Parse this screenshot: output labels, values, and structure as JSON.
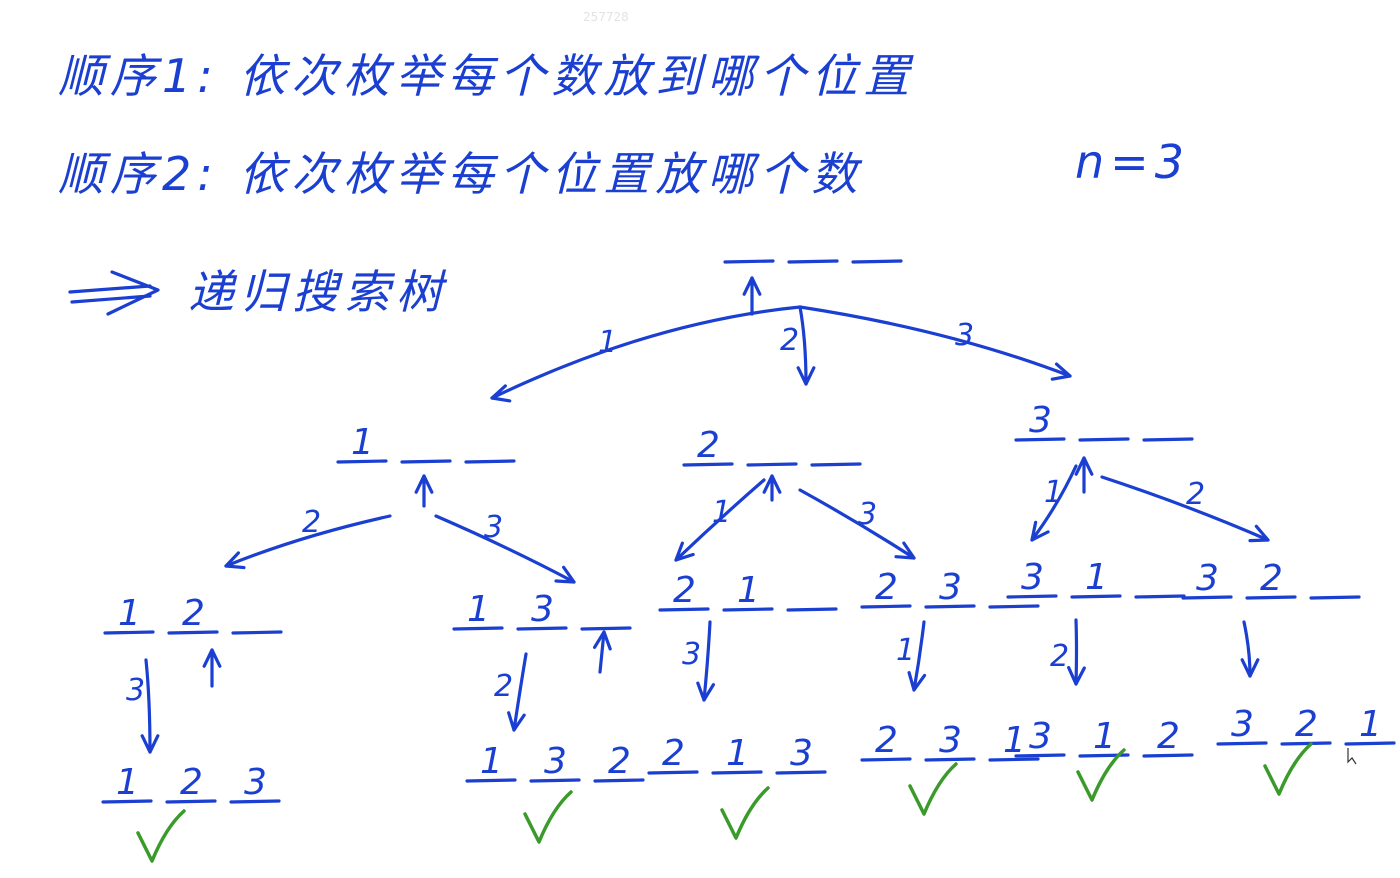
{
  "watermark": "257728",
  "headings": {
    "order1": "顺序1: 依次枚举每个数放到哪个位置",
    "order2": "顺序2: 依次枚举每个位置放哪个数",
    "n_value": "n=3",
    "tree_title": "递归搜索树"
  },
  "tree": {
    "nodes": [
      {
        "id": "root",
        "slots": [
          "",
          "",
          ""
        ]
      },
      {
        "id": "n1",
        "slots": [
          "1",
          "",
          ""
        ]
      },
      {
        "id": "n2",
        "slots": [
          "2",
          "",
          ""
        ]
      },
      {
        "id": "n3",
        "slots": [
          "3",
          "",
          ""
        ]
      },
      {
        "id": "n12",
        "slots": [
          "1",
          "2",
          ""
        ]
      },
      {
        "id": "n13",
        "slots": [
          "1",
          "3",
          ""
        ]
      },
      {
        "id": "n21",
        "slots": [
          "2",
          "1",
          ""
        ]
      },
      {
        "id": "n23",
        "slots": [
          "2",
          "3",
          ""
        ]
      },
      {
        "id": "n31",
        "slots": [
          "3",
          "1",
          ""
        ]
      },
      {
        "id": "n32",
        "slots": [
          "3",
          "2",
          ""
        ]
      },
      {
        "id": "n123",
        "slots": [
          "1",
          "2",
          "3"
        ],
        "valid": true
      },
      {
        "id": "n132",
        "slots": [
          "1",
          "3",
          "2"
        ],
        "valid": true
      },
      {
        "id": "n213",
        "slots": [
          "2",
          "1",
          "3"
        ],
        "valid": true
      },
      {
        "id": "n231",
        "slots": [
          "2",
          "3",
          "1"
        ],
        "valid": true
      },
      {
        "id": "n312",
        "slots": [
          "3",
          "1",
          "2"
        ],
        "valid": true
      },
      {
        "id": "n321",
        "slots": [
          "3",
          "2",
          "1"
        ],
        "valid": true
      }
    ],
    "edges": [
      {
        "from": "root",
        "to": "n1",
        "label": "1"
      },
      {
        "from": "root",
        "to": "n2",
        "label": "2"
      },
      {
        "from": "root",
        "to": "n3",
        "label": "3"
      },
      {
        "from": "n1",
        "to": "n12",
        "label": "2"
      },
      {
        "from": "n1",
        "to": "n13",
        "label": "3"
      },
      {
        "from": "n2",
        "to": "n21",
        "label": "1"
      },
      {
        "from": "n2",
        "to": "n23",
        "label": "3"
      },
      {
        "from": "n3",
        "to": "n31",
        "label": "1"
      },
      {
        "from": "n3",
        "to": "n32",
        "label": "2"
      },
      {
        "from": "n12",
        "to": "n123",
        "label": "3"
      },
      {
        "from": "n13",
        "to": "n132",
        "label": "2"
      },
      {
        "from": "n21",
        "to": "n213",
        "label": "3"
      },
      {
        "from": "n23",
        "to": "n231",
        "label": "1"
      },
      {
        "from": "n31",
        "to": "n312",
        "label": "2"
      },
      {
        "from": "n32",
        "to": "n321",
        "label": ""
      }
    ]
  },
  "colors": {
    "ink": "#1a3fd1",
    "check": "#3a9a2a",
    "background": "#ffffff"
  }
}
